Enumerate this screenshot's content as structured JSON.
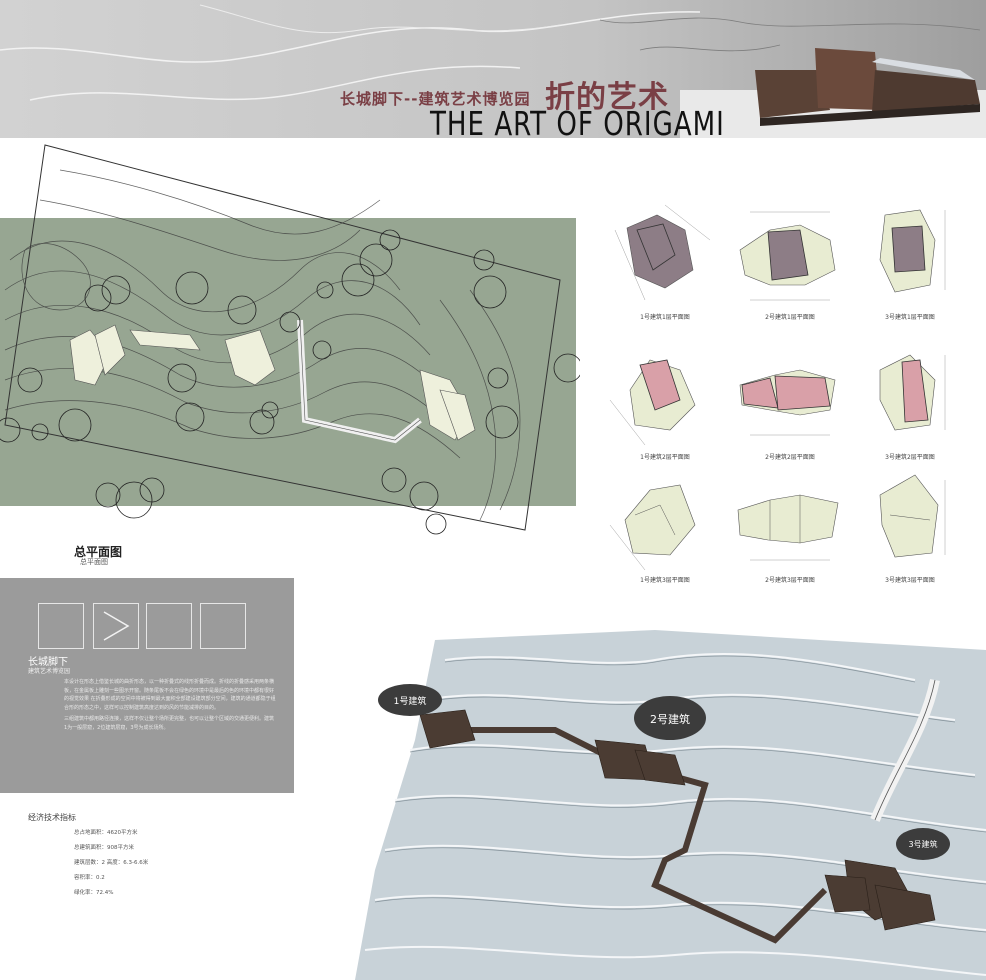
{
  "header": {
    "title_cn": "长城脚下--建筑艺术博览园",
    "title_cn_big": "折的艺术",
    "title_en": "THE ART OF ORIGAMI"
  },
  "site_plan": {
    "label": "总平面图",
    "sublabel": "总平面图"
  },
  "floor_plans": [
    {
      "caption": "1号建筑1层平面图",
      "fill": "#8d7d86"
    },
    {
      "caption": "2号建筑1层平面图",
      "fill": "#8d7d86"
    },
    {
      "caption": "3号建筑1层平面图",
      "fill": "#8d7d86"
    },
    {
      "caption": "1号建筑2层平面图",
      "fill": "#d9a0a8"
    },
    {
      "caption": "2号建筑2层平面图",
      "fill": "#d9a0a8"
    },
    {
      "caption": "3号建筑2层平面图",
      "fill": "#d9a0a8"
    },
    {
      "caption": "1号建筑3层平面图",
      "fill": "#e8ecd2"
    },
    {
      "caption": "2号建筑3层平面图",
      "fill": "#e8ecd2"
    },
    {
      "caption": "3号建筑3层平面图",
      "fill": "#e8ecd2"
    }
  ],
  "panel": {
    "title": "长城脚下",
    "subtitle": "建筑艺术博览园",
    "body_1": "本设计在形态上借鉴长城的曲折形态，以一种折叠式的线形折叠而成。折线的折叠感采用两条横板，在金属板上雕刻一些图示开窗。随条尾板不会在绿色的环境中是最后的色的环境中都有很好的视觉效果 在折叠形成的空间中将被得到最大面积全部建设建筑部分空间，建筑的通道都隐于组合形的形态之中，这样可以控制建筑高度达到的风的节能减排的目的。",
    "body_2": "三组建筑中都用路径连接，这样不仅让整个场所更完整，也可以让整个区域的交通更便利。建筑1为一般层窟，2位建筑层窟，3号为成长场所。"
  },
  "economic": {
    "title": "经济技术指标",
    "rows": [
      "总占地面积：4620平方米",
      "总建筑面积：908平方米",
      "建筑层数：2   高度：6.3-6.6米",
      "容积率：0.2",
      "绿化率：72.4%"
    ]
  },
  "model": {
    "bubble_1": "1号建筑",
    "bubble_2": "2号建筑",
    "bubble_3": "3号建筑"
  },
  "colors": {
    "title_accent": "#7a3f45",
    "site_green": "#8fa08a",
    "panel_gray": "#9b9b9b",
    "terrain": "#c8d2d8"
  }
}
